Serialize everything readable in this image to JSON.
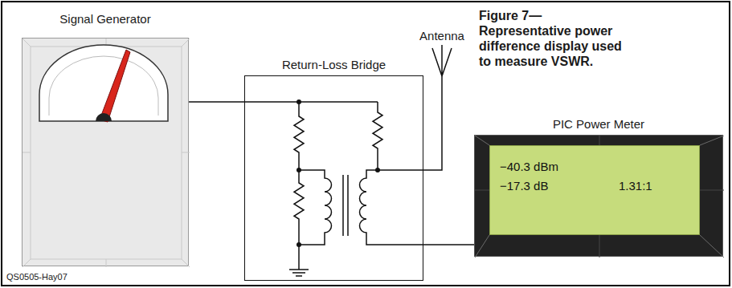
{
  "diagram": {
    "caption": "Figure 7— Representative power difference display used to measure VSWR.",
    "nodes": [
      {
        "text": [
          "Signal Generator"
        ]
      },
      {
        "text": [
          "Return-Loss Bridge"
        ]
      },
      {
        "text": [
          "PIC Power Meter"
        ]
      },
      {
        "text": [
          "−40.3 dBm",
          "−17.3 dB",
          "1.31:1"
        ],
        "in": 2
      }
    ],
    "edges": [
      {
        "from": 0,
        "to": 1,
        "arrow": "none"
      },
      {
        "from": 1,
        "to": 2,
        "arrow": "none"
      }
    ],
    "labels": [
      "Antenna",
      "QS0505-Hay07"
    ]
  }
}
